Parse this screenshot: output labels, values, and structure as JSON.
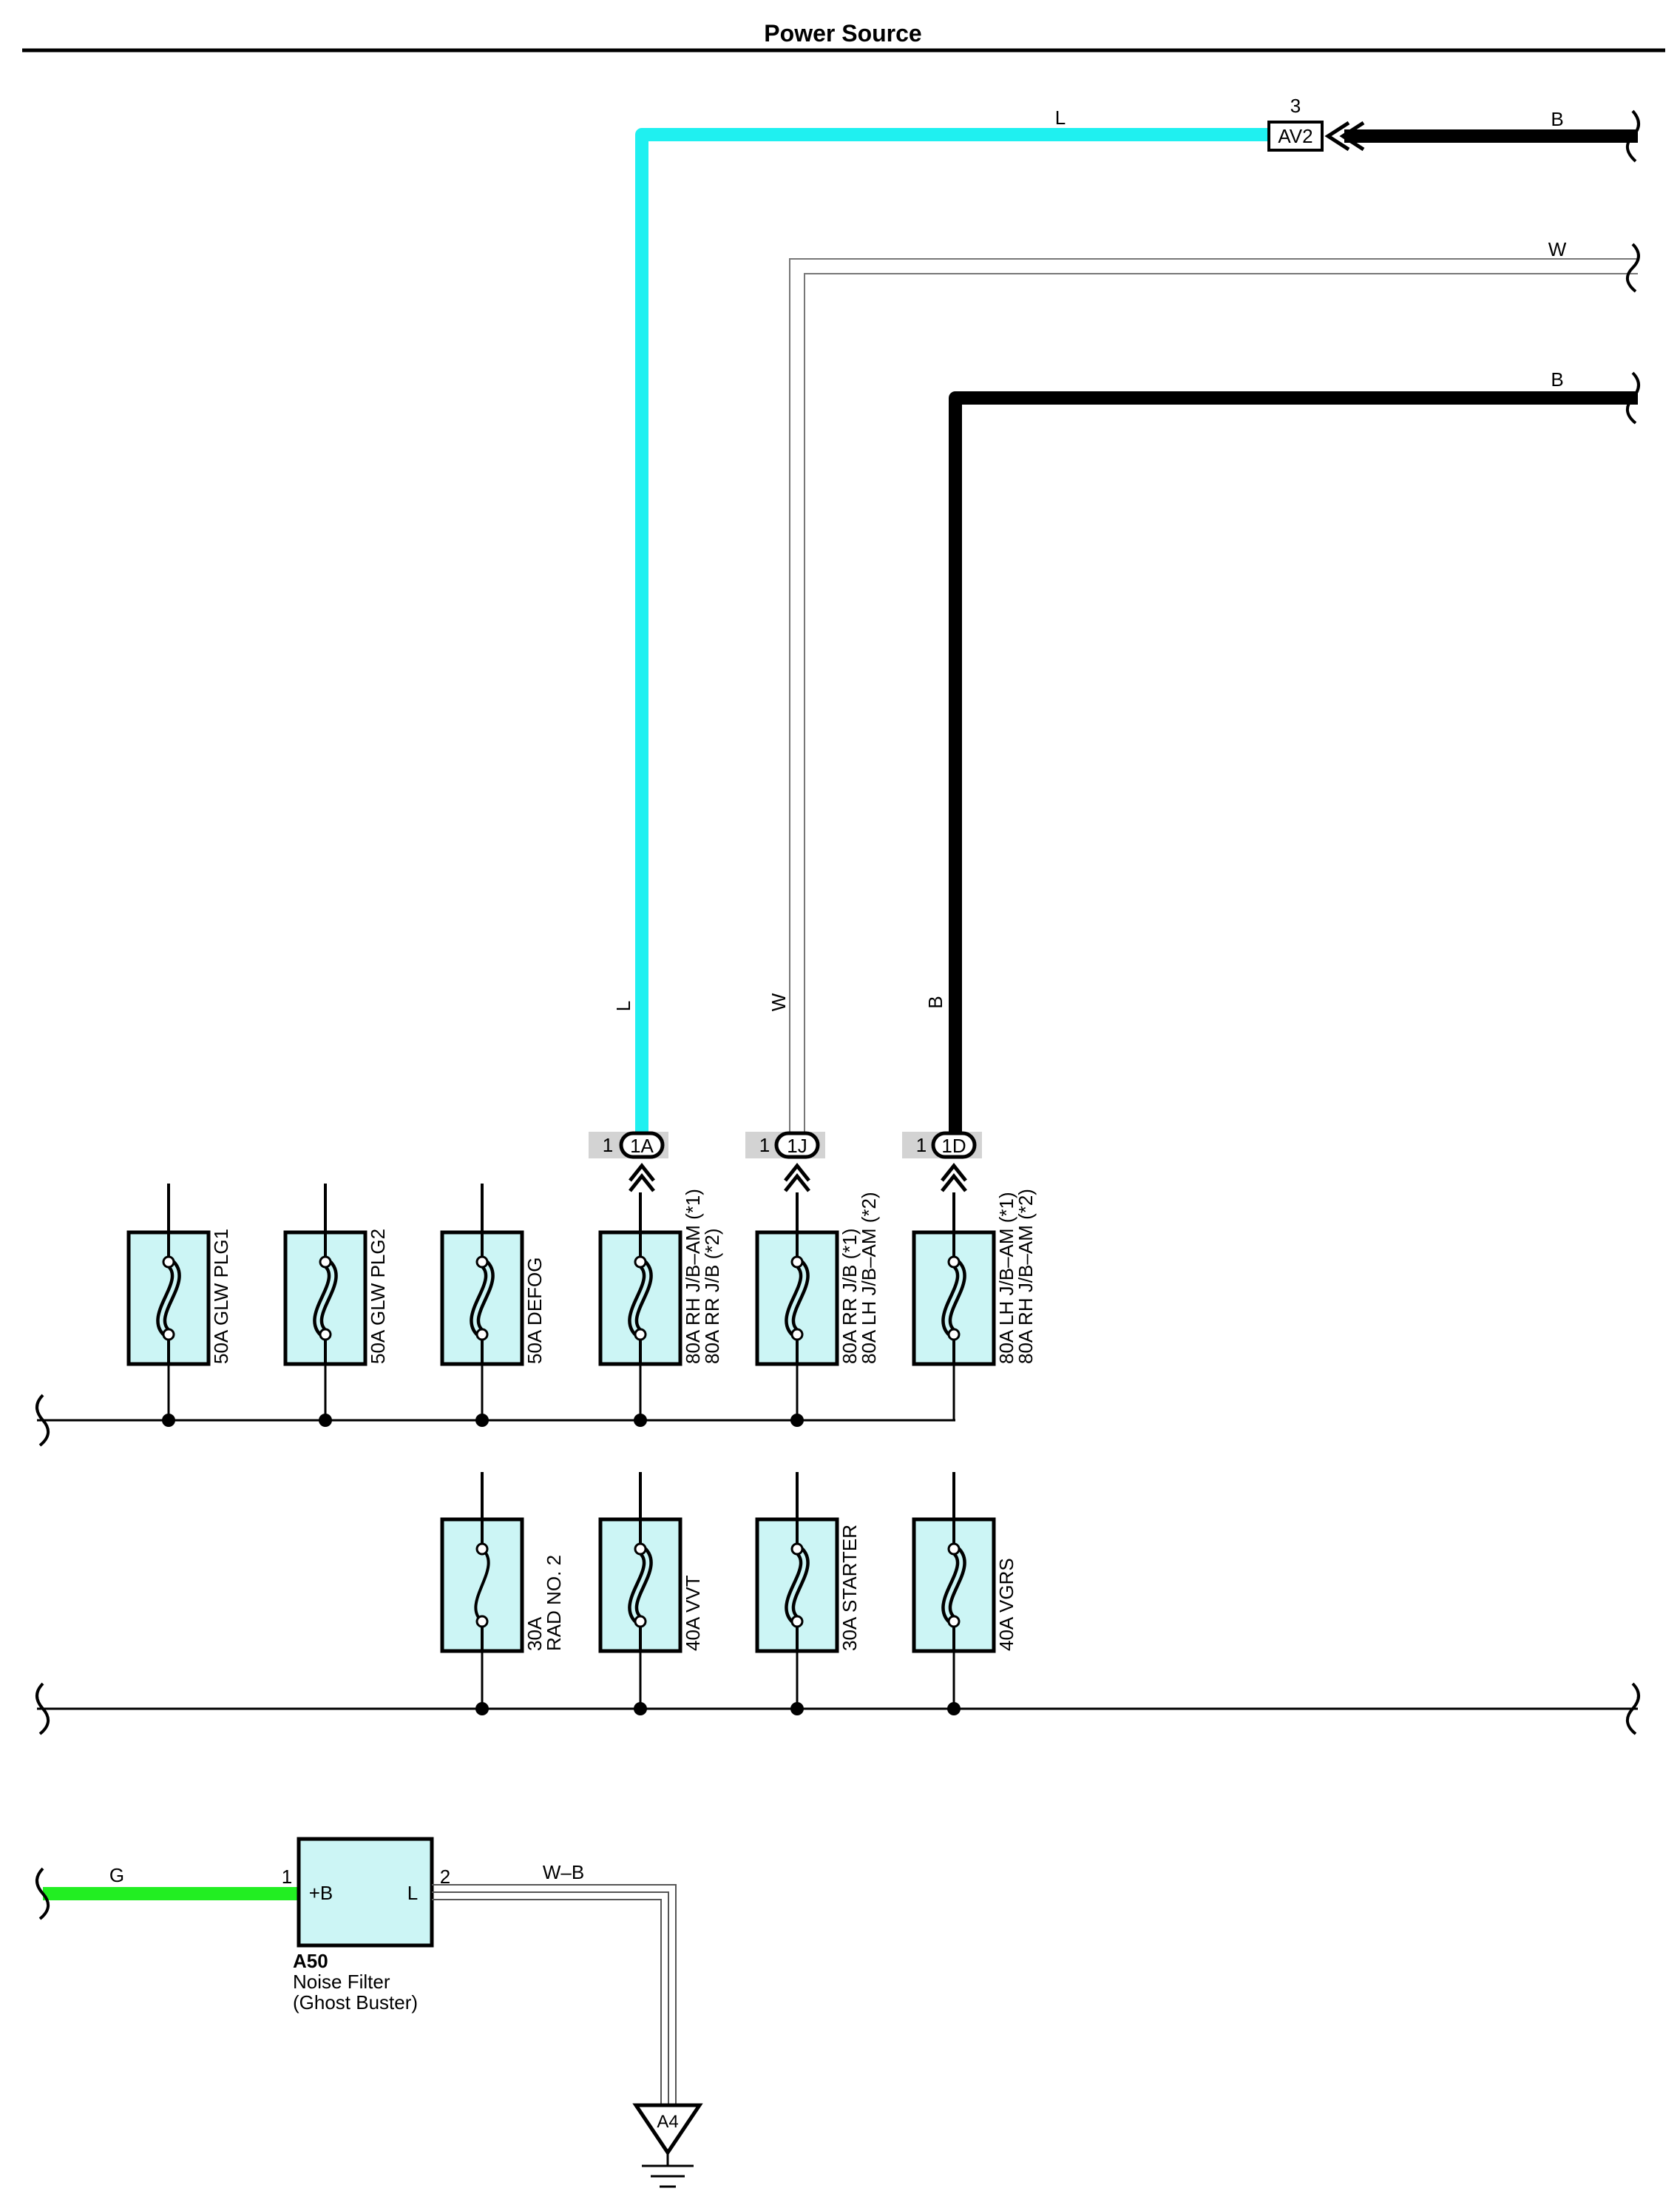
{
  "header": {
    "title": "Power Source"
  },
  "colors": {
    "wire_L": "#1ff0f0",
    "wire_B": "#000000",
    "wire_G": "#22ee22",
    "fuse_fill": "#ccf5f5",
    "connector_tag": "#d3d3d3"
  },
  "wires": {
    "top_L": "L",
    "top_B_right": "B",
    "top_W": "W",
    "mid_B": "B",
    "vert_L": "L",
    "vert_W": "W",
    "vert_B": "B",
    "ground_WB": "W–B",
    "green_G": "G"
  },
  "connector_av2": {
    "name": "AV2",
    "pin": "3"
  },
  "junctions": [
    {
      "pin": "1",
      "id": "1A"
    },
    {
      "pin": "1",
      "id": "1J"
    },
    {
      "pin": "1",
      "id": "1D"
    }
  ],
  "fuses_row1": [
    {
      "line1": "50A GLW PLG1",
      "line2": ""
    },
    {
      "line1": "50A GLW PLG2",
      "line2": ""
    },
    {
      "line1": "50A DEFOG",
      "line2": ""
    },
    {
      "line1": "80A RH J/B–AM (*1)",
      "line2": "80A RR J/B (*2)"
    },
    {
      "line1": "80A RR J/B (*1)",
      "line2": "80A LH J/B–AM (*2)"
    },
    {
      "line1": "80A LH J/B–AM (*1)",
      "line2": "80A RH J/B–AM (*2)"
    }
  ],
  "fuses_row2": [
    {
      "line1": "30A",
      "line2": "RAD NO. 2"
    },
    {
      "line1": "40A VVT",
      "line2": ""
    },
    {
      "line1": "30A STARTER",
      "line2": ""
    },
    {
      "line1": "40A VGRS",
      "line2": ""
    }
  ],
  "noise_filter": {
    "code": "A50",
    "name": "Noise Filter",
    "subtitle": "(Ghost Buster)",
    "pin_in": "1",
    "pin_out": "2",
    "term_in": "+B",
    "term_out": "L"
  },
  "ground": {
    "id": "A4"
  }
}
